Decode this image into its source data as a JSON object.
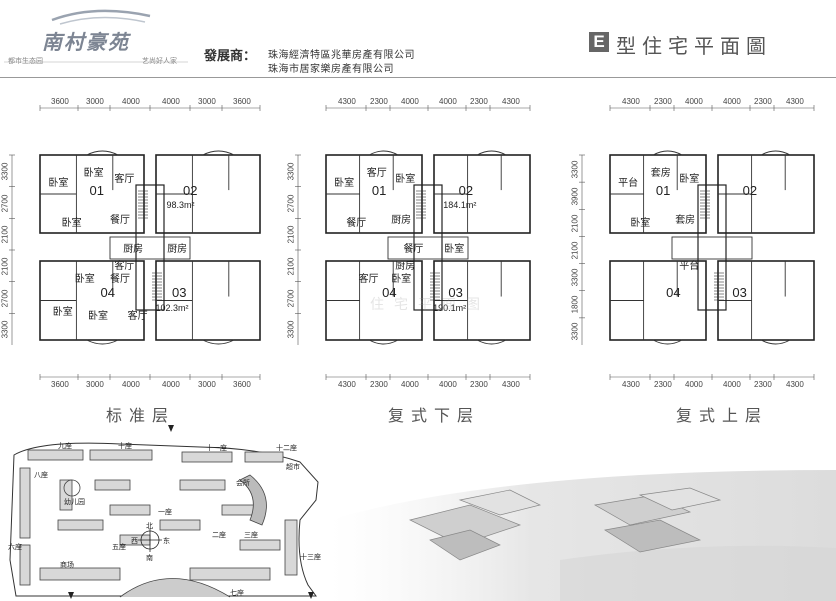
{
  "header": {
    "logo_text": "南村豪苑",
    "logo_left_tagline": "都市生态园",
    "logo_right_tagline": "艺尚好人家",
    "developer_label": "發展商：",
    "developer_lines": [
      "珠海經濟特區兆華房產有限公司",
      "珠海市居家樂房產有限公司"
    ],
    "type_badge": "E",
    "type_title": "型住宅平面圖"
  },
  "plans": [
    {
      "caption": "标准层",
      "top_dims": [
        "3600",
        "3000",
        "4000",
        "4000",
        "3000",
        "3600"
      ],
      "bottom_dims": [
        "3600",
        "3000",
        "4000",
        "4000",
        "3000",
        "3600"
      ],
      "side_dims": [
        "3300",
        "2700",
        "2100",
        "2100",
        "2700",
        "3300"
      ],
      "rooms": [
        "卧室",
        "卧室",
        "客厅",
        "卧室",
        "餐厅",
        "客厅",
        "餐厅",
        "厨房",
        "厨房",
        "卧室",
        "卧室",
        "卧室",
        "客厅"
      ],
      "units": [
        "01",
        "02",
        "04",
        "03"
      ],
      "areas": [
        "98.3m²",
        "102.3m²"
      ]
    },
    {
      "caption": "复式下层",
      "top_dims": [
        "4300",
        "2300",
        "4000",
        "4000",
        "2300",
        "4300"
      ],
      "bottom_dims": [
        "4300",
        "2300",
        "4000",
        "4000",
        "2300",
        "4300"
      ],
      "side_dims": [
        "3300",
        "2700",
        "2100",
        "2100",
        "2700",
        "3300"
      ],
      "rooms": [
        "卧室",
        "客厅",
        "卧室",
        "餐厅",
        "厨房",
        "厨房",
        "卧室",
        "餐厅",
        "卧室",
        "客厅"
      ],
      "units": [
        "01",
        "02",
        "04",
        "03"
      ],
      "areas": [
        "184.1m²",
        "190.1m²"
      ]
    },
    {
      "caption": "复式上层",
      "top_dims": [
        "4300",
        "2300",
        "4000",
        "4000",
        "2300",
        "4300"
      ],
      "bottom_dims": [
        "4300",
        "2300",
        "4000",
        "4000",
        "2300",
        "4300"
      ],
      "side_dims": [
        "3300",
        "3900",
        "2100",
        "2100",
        "3300",
        "1800",
        "3300"
      ],
      "rooms": [
        "平台",
        "套房",
        "卧室",
        "卧室",
        "套房",
        "平台"
      ],
      "units": [
        "01",
        "02",
        "04",
        "03"
      ],
      "areas": []
    }
  ],
  "site_plan": {
    "labels": [
      "九座",
      "十座",
      "十一座",
      "十二座",
      "超市",
      "会所",
      "幼儿园",
      "一座",
      "二座",
      "三座",
      "五座",
      "八座",
      "六座",
      "七座",
      "十三座",
      "商场",
      "北",
      "西",
      "东",
      "南"
    ]
  },
  "watermark": "住宅平面图"
}
